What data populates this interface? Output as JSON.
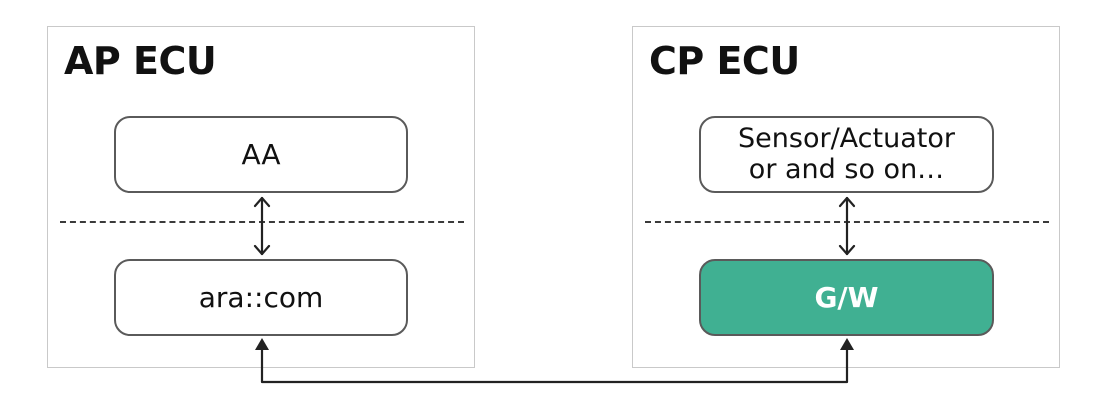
{
  "panels": {
    "ap": {
      "title": "AP ECU",
      "upper_node": "AA",
      "lower_node": "ara::com"
    },
    "cp": {
      "title": "CP ECU",
      "upper_node": {
        "line1": "Sensor/Actuator",
        "line2": "or and so on…"
      },
      "lower_node": "G/W"
    }
  },
  "colors": {
    "gateway_fill": "#40b092",
    "node_border": "#5a5a5a",
    "panel_border": "#c9c9c9",
    "connector": "#222222"
  }
}
